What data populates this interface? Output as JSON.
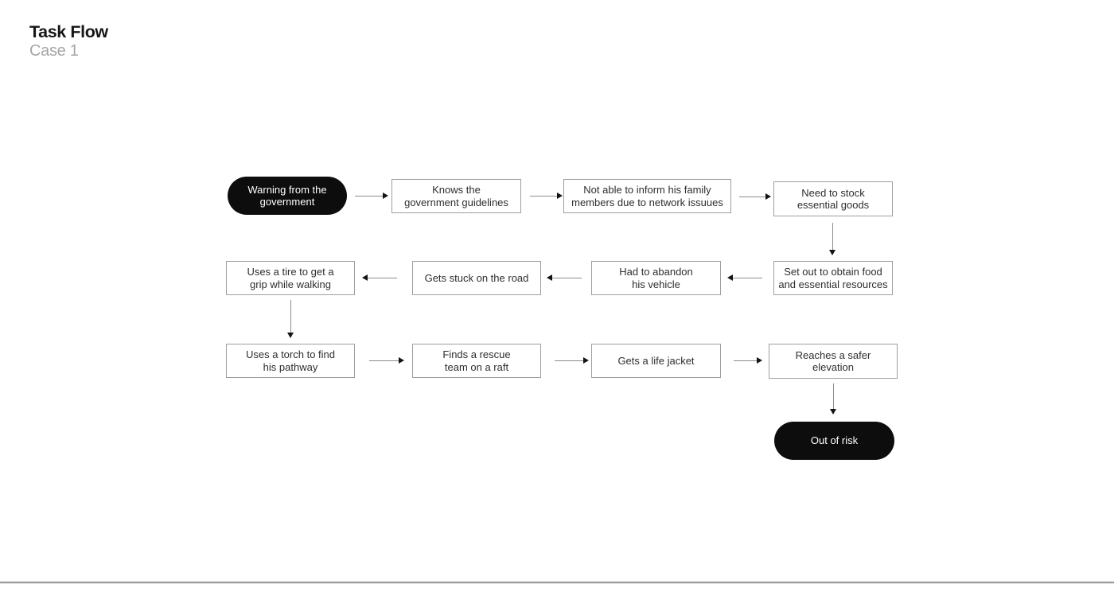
{
  "header": {
    "title": "Task Flow",
    "subtitle": "Case 1"
  },
  "colors": {
    "background": "#ffffff",
    "pill_fill": "#0d0d0d",
    "pill_text": "#ffffff",
    "box_border": "#9e9e9e",
    "box_text": "#2e2e2e",
    "connector_line": "#8c8c8c",
    "arrowhead": "#141414",
    "subtitle_text": "#a6a6a6",
    "divider": "#9c9c9c"
  },
  "flow": {
    "nodes": [
      {
        "id": "start",
        "type": "pill",
        "label": "Warning from the\ngovernment"
      },
      {
        "id": "guidelines",
        "type": "box",
        "label": "Knows the\ngovernment guidelines"
      },
      {
        "id": "inform-family",
        "type": "box",
        "label": "Not able to inform his family\nmembers due to network issuues"
      },
      {
        "id": "stock-goods",
        "type": "box",
        "label": "Need to stock\nessential goods"
      },
      {
        "id": "set-out",
        "type": "box",
        "label": "Set out to obtain food\nand essential resources"
      },
      {
        "id": "abandon-vehicle",
        "type": "box",
        "label": "Had to abandon\nhis vehicle"
      },
      {
        "id": "stuck-road",
        "type": "box",
        "label": "Gets stuck on the road"
      },
      {
        "id": "tire-grip",
        "type": "box",
        "label": "Uses a tire to get a\ngrip while walking"
      },
      {
        "id": "torch-pathway",
        "type": "box",
        "label": "Uses a torch to find\nhis pathway"
      },
      {
        "id": "rescue-raft",
        "type": "box",
        "label": "Finds a rescue\nteam on a raft"
      },
      {
        "id": "life-jacket",
        "type": "box",
        "label": "Gets a life jacket"
      },
      {
        "id": "safer-elevation",
        "type": "box",
        "label": "Reaches a safer\nelevation"
      },
      {
        "id": "end",
        "type": "pill",
        "label": "Out of risk"
      }
    ],
    "edges": [
      {
        "from": "start",
        "to": "guidelines",
        "direction": "right"
      },
      {
        "from": "guidelines",
        "to": "inform-family",
        "direction": "right"
      },
      {
        "from": "inform-family",
        "to": "stock-goods",
        "direction": "right"
      },
      {
        "from": "stock-goods",
        "to": "set-out",
        "direction": "down"
      },
      {
        "from": "set-out",
        "to": "abandon-vehicle",
        "direction": "left"
      },
      {
        "from": "abandon-vehicle",
        "to": "stuck-road",
        "direction": "left"
      },
      {
        "from": "stuck-road",
        "to": "tire-grip",
        "direction": "left"
      },
      {
        "from": "tire-grip",
        "to": "torch-pathway",
        "direction": "down"
      },
      {
        "from": "torch-pathway",
        "to": "rescue-raft",
        "direction": "right"
      },
      {
        "from": "rescue-raft",
        "to": "life-jacket",
        "direction": "right"
      },
      {
        "from": "life-jacket",
        "to": "safer-elevation",
        "direction": "right"
      },
      {
        "from": "safer-elevation",
        "to": "end",
        "direction": "down"
      }
    ]
  }
}
